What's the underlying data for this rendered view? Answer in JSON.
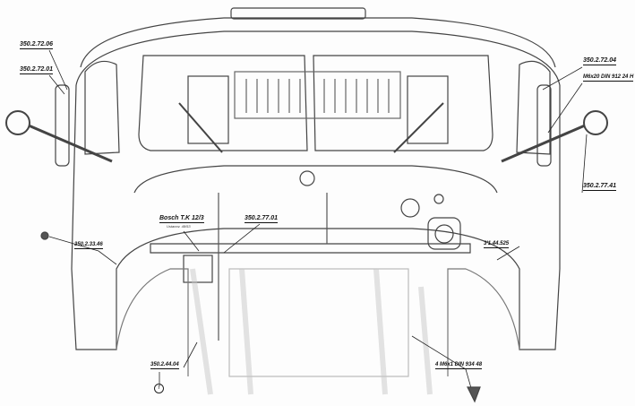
{
  "drawing": {
    "title_labels": {
      "mirror_bracket_top_left": "350.2.72.06",
      "mirror_arm_left": "350.2.72.01",
      "mirror_bracket_top_right": "350.2.72.04",
      "screw_spec_right": "M6x20 DIN 912 24 H",
      "mirror_arm_right": "350.2.77.41",
      "horn": "Bosch T.K 12/3",
      "horn_note": "Ustanov. 48/53",
      "crossbar": "350.2.77.01",
      "left_side_part": "350.2.33.46",
      "right_side_part": "3'1.44.525",
      "lower_left_part": "350.2.44.04",
      "nut_spec": "4 M6x1 DIN 934 48",
      "marker_f": "f"
    },
    "colors": {
      "line": "#333333",
      "shade": "#9a9a9a",
      "paper": "#fdfdfd"
    }
  }
}
